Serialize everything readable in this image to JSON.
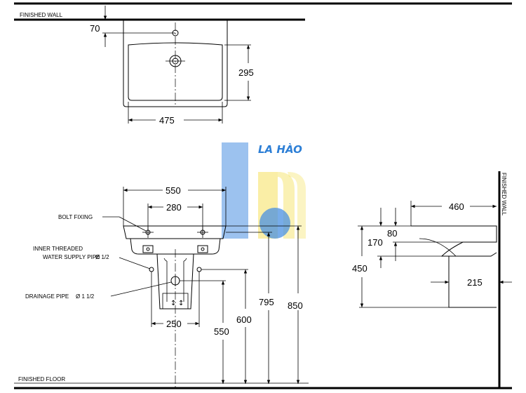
{
  "labels": {
    "finished_wall_top": "FINISHED WALL",
    "finished_wall_side": "FINISHED WALL",
    "finished_floor": "FINISHED FLOOR",
    "bolt_fixing": "BOLT FIXING",
    "inner_threaded_line1": "INNER THREADED",
    "inner_threaded_line2": "WATER SUPPLY PIPE",
    "inner_threaded_size": "Ø 1/2",
    "drainage_pipe": "DRAINAGE PIPE",
    "drainage_size": "Ø 1 1/2"
  },
  "dimensions": {
    "plan_depth_offset": "70",
    "plan_width": "475",
    "plan_depth": "295",
    "front_width": "550",
    "bolt_spacing": "280",
    "drain_spacing": "250",
    "height_550": "550",
    "height_600": "600",
    "height_795": "795",
    "height_850": "850",
    "side_depth": "460",
    "side_80": "80",
    "side_170": "170",
    "side_450": "450",
    "side_215": "215"
  },
  "logo": {
    "text": "LA HÀO",
    "colors": {
      "blue": "#4a90e2",
      "yellow": "#f6e36a"
    }
  }
}
